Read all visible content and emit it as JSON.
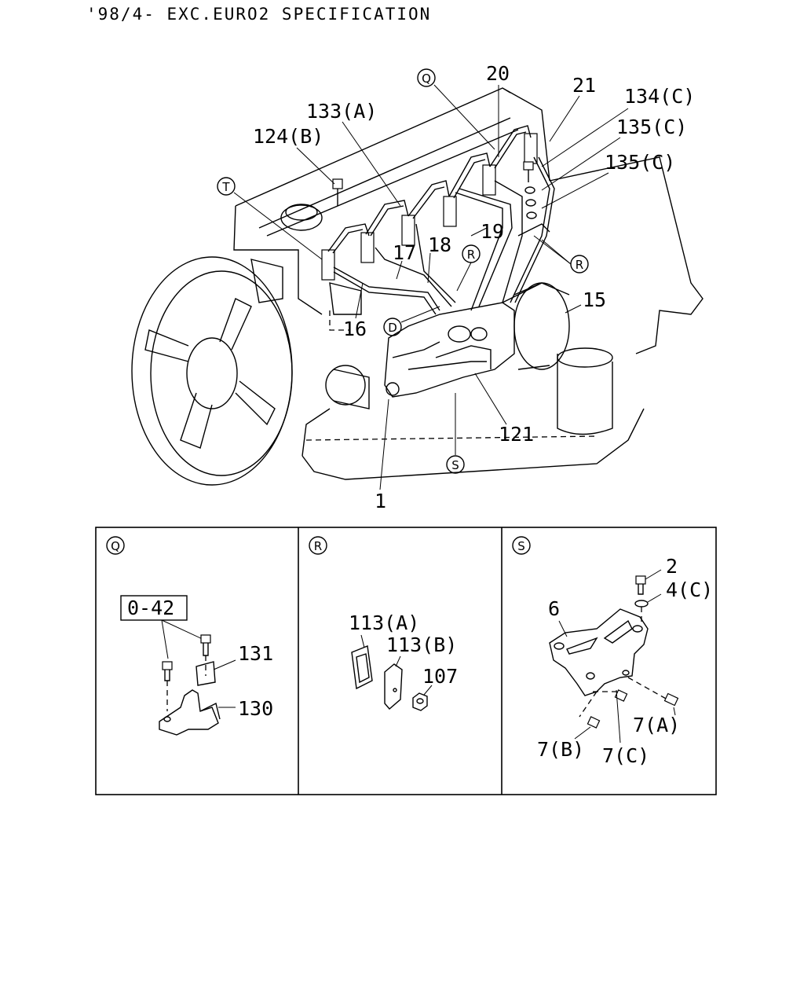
{
  "header": {
    "title": "'98/4- EXC.EURO2 SPECIFICATION"
  },
  "main_callouts": {
    "q": "Q",
    "t": "T",
    "d": "D",
    "r1": "R",
    "r2": "R",
    "s": "S"
  },
  "main_labels": {
    "p20": "20",
    "p21": "21",
    "p133a": "133(A)",
    "p134c": "134(C)",
    "p135c_1": "135(C)",
    "p135c_2": "135(C)",
    "p124b": "124(B)",
    "p17": "17",
    "p18": "18",
    "p19": "19",
    "p16": "16",
    "p15": "15",
    "p121": "121",
    "p1": "1"
  },
  "detail_q": {
    "callout": "Q",
    "ref_box": "0-42",
    "p131": "131",
    "p130": "130"
  },
  "detail_r": {
    "callout": "R",
    "p113a": "113(A)",
    "p113b": "113(B)",
    "p107": "107"
  },
  "detail_s": {
    "callout": "S",
    "p2": "2",
    "p4c": "4(C)",
    "p6": "6",
    "p7a": "7(A)",
    "p7b": "7(B)",
    "p7c": "7(C)"
  }
}
